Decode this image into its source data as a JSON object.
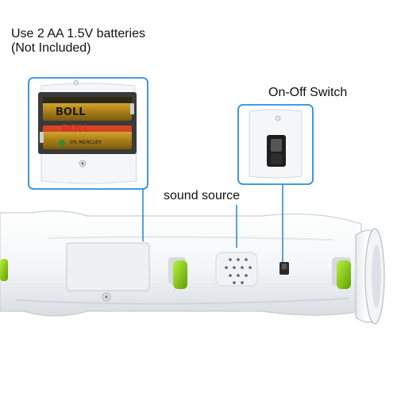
{
  "captions": {
    "battery_line1": "Use 2 AA 1.5V batteries",
    "battery_line2": "(Not Included)",
    "sound": "sound source",
    "switch": "On-Off Switch"
  },
  "battery_labels": {
    "brand": "BOLL",
    "mercury": "0% MERCURY"
  },
  "colors": {
    "callout": "#2a8de0",
    "body": "#f4f6f8",
    "accent_green": "#8fd10f",
    "battery_gold": "#c79a25",
    "battery_dark": "#1b1b1b"
  }
}
